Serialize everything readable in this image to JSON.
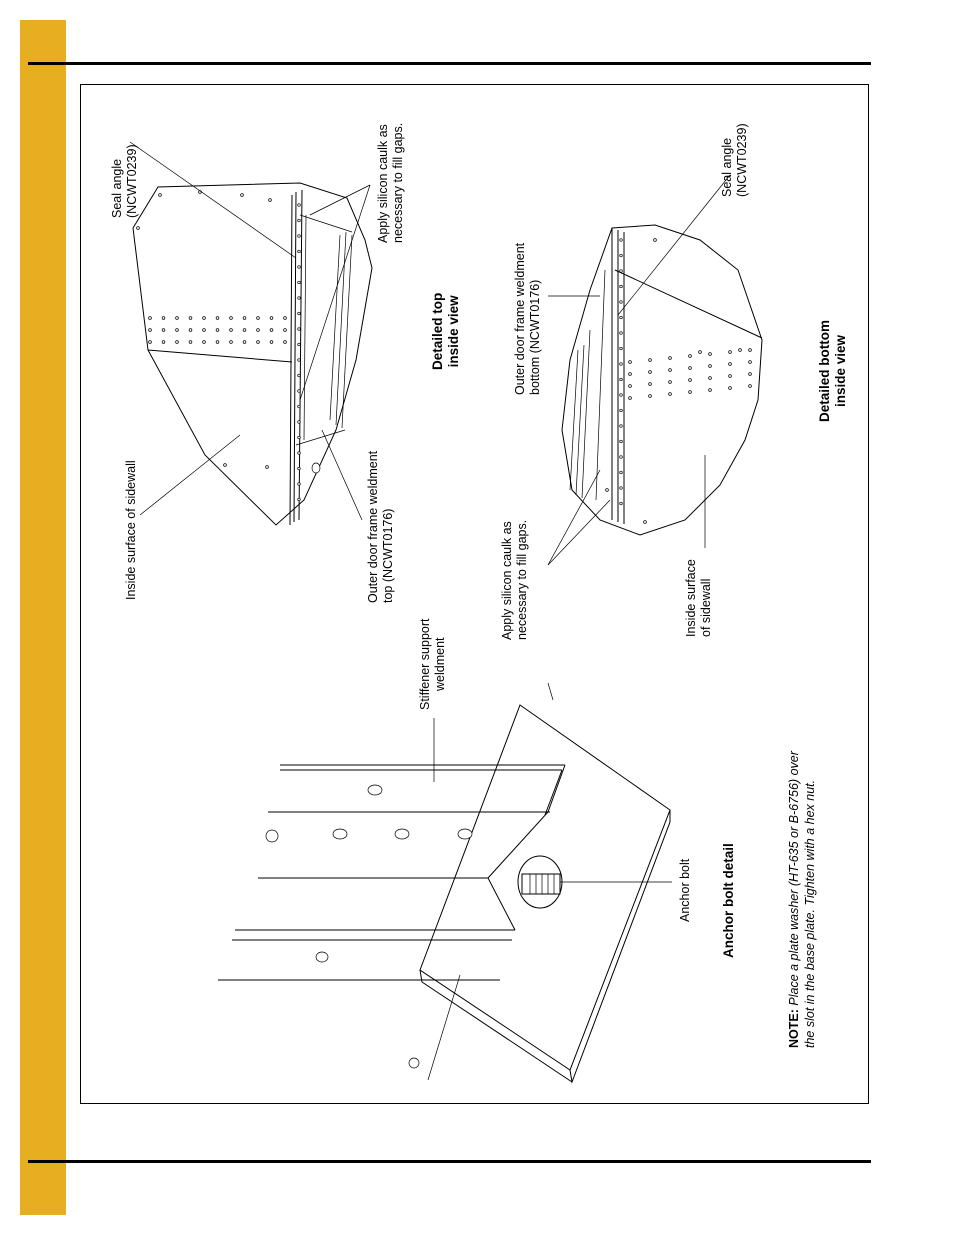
{
  "page": {
    "accent_color": "#E8AE22"
  },
  "labels": {
    "seal_angle_top": [
      "Seal angle",
      "(NCWT0239)"
    ],
    "silicon_top": [
      "Apply silicon caulk as",
      "necessary to fill gaps."
    ],
    "inside_surface_top": "Inside surface of sidewall",
    "outer_frame_top": [
      "Outer door frame weldment",
      "top (NCWT0176)"
    ],
    "detail_top_title": [
      "Detailed top",
      "inside view"
    ],
    "seal_angle_bottom": [
      "Seal angle",
      "(NCWT0239)"
    ],
    "outer_frame_bottom": [
      "Outer door frame weldment",
      "bottom (NCWT0176)"
    ],
    "detail_bottom_title": [
      "Detailed bottom",
      "inside view"
    ],
    "silicon_bottom": [
      "Apply silicon caulk as",
      "necessary to fill gaps."
    ],
    "inside_surface_bottom": [
      "Inside surface",
      "of sidewall"
    ],
    "stiffener": [
      "Stiffener support",
      "weldment"
    ],
    "anchor_bolt": "Anchor bolt",
    "anchor_title": "Anchor bolt detail",
    "note_label": "NOTE:",
    "note_line1": "Place a plate washer (HT-635 or B-6756) over",
    "note_line2": "the slot in the base plate. Tighten with a hex nut."
  }
}
